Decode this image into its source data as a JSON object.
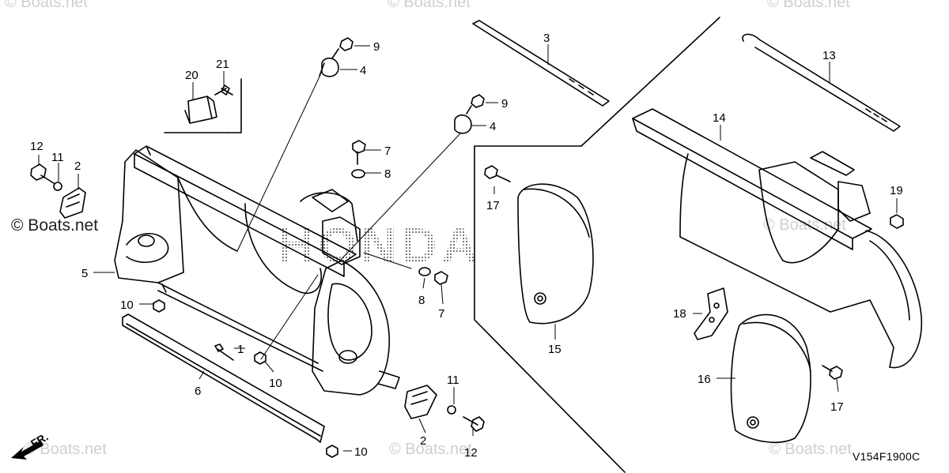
{
  "watermarks": {
    "corner_text": "© Boats.net",
    "side_text": "© Boats.net"
  },
  "brand_watermark": "HONDA",
  "diagram_code": "V154F1900C",
  "front_indicator": "FR.",
  "callouts": [
    {
      "id": "c1",
      "label": "1"
    },
    {
      "id": "c2a",
      "label": "2"
    },
    {
      "id": "c2b",
      "label": "2"
    },
    {
      "id": "c3",
      "label": "3"
    },
    {
      "id": "c4a",
      "label": "4"
    },
    {
      "id": "c4b",
      "label": "4"
    },
    {
      "id": "c5",
      "label": "5"
    },
    {
      "id": "c6",
      "label": "6"
    },
    {
      "id": "c7a",
      "label": "7"
    },
    {
      "id": "c7b",
      "label": "7"
    },
    {
      "id": "c8a",
      "label": "8"
    },
    {
      "id": "c8b",
      "label": "8"
    },
    {
      "id": "c9a",
      "label": "9"
    },
    {
      "id": "c9b",
      "label": "9"
    },
    {
      "id": "c10a",
      "label": "10"
    },
    {
      "id": "c10b",
      "label": "10"
    },
    {
      "id": "c10c",
      "label": "10"
    },
    {
      "id": "c11a",
      "label": "11"
    },
    {
      "id": "c11b",
      "label": "11"
    },
    {
      "id": "c12a",
      "label": "12"
    },
    {
      "id": "c12b",
      "label": "12"
    },
    {
      "id": "c13",
      "label": "13"
    },
    {
      "id": "c14",
      "label": "14"
    },
    {
      "id": "c15",
      "label": "15"
    },
    {
      "id": "c16",
      "label": "16"
    },
    {
      "id": "c17a",
      "label": "17"
    },
    {
      "id": "c17b",
      "label": "17"
    },
    {
      "id": "c18",
      "label": "18"
    },
    {
      "id": "c19",
      "label": "19"
    },
    {
      "id": "c20",
      "label": "20"
    },
    {
      "id": "c21",
      "label": "21"
    }
  ]
}
